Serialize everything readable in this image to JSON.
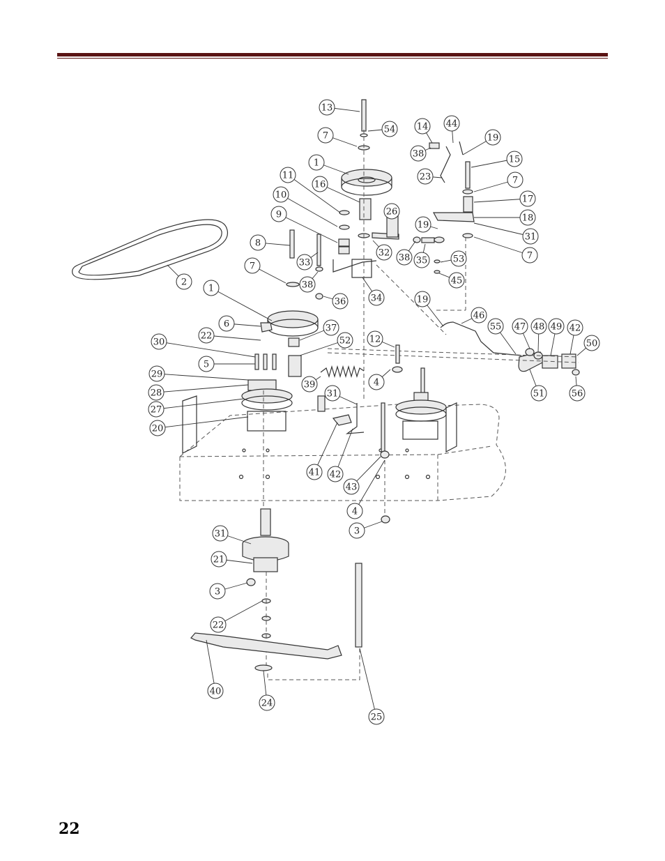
{
  "page": {
    "number": "22"
  },
  "header": {
    "rule_color": "#5a1414"
  },
  "callouts": [
    {
      "id": "c1",
      "label": "13"
    },
    {
      "id": "c2",
      "label": "54"
    },
    {
      "id": "c3",
      "label": "7"
    },
    {
      "id": "c4",
      "label": "1"
    },
    {
      "id": "c5",
      "label": "16"
    },
    {
      "id": "c6",
      "label": "11"
    },
    {
      "id": "c7",
      "label": "10"
    },
    {
      "id": "c8",
      "label": "9"
    },
    {
      "id": "c9",
      "label": "26"
    },
    {
      "id": "c10",
      "label": "14"
    },
    {
      "id": "c11",
      "label": "44"
    },
    {
      "id": "c12",
      "label": "19"
    },
    {
      "id": "c13",
      "label": "38"
    },
    {
      "id": "c14",
      "label": "15"
    },
    {
      "id": "c15",
      "label": "23"
    },
    {
      "id": "c16",
      "label": "7"
    },
    {
      "id": "c17",
      "label": "17"
    },
    {
      "id": "c18",
      "label": "18"
    },
    {
      "id": "c19",
      "label": "19"
    },
    {
      "id": "c20",
      "label": "31"
    },
    {
      "id": "c21",
      "label": "7"
    },
    {
      "id": "c22",
      "label": "32"
    },
    {
      "id": "c23",
      "label": "38"
    },
    {
      "id": "c24",
      "label": "35"
    },
    {
      "id": "c25",
      "label": "53"
    },
    {
      "id": "c26",
      "label": "45"
    },
    {
      "id": "c27",
      "label": "8"
    },
    {
      "id": "c28",
      "label": "33"
    },
    {
      "id": "c29",
      "label": "7"
    },
    {
      "id": "c30",
      "label": "38"
    },
    {
      "id": "c31",
      "label": "34"
    },
    {
      "id": "c32",
      "label": "36"
    },
    {
      "id": "c33",
      "label": "2"
    },
    {
      "id": "c34",
      "label": "1"
    },
    {
      "id": "c35",
      "label": "19"
    },
    {
      "id": "c36",
      "label": "46"
    },
    {
      "id": "c37",
      "label": "6"
    },
    {
      "id": "c38",
      "label": "37"
    },
    {
      "id": "c39",
      "label": "55"
    },
    {
      "id": "c40",
      "label": "47"
    },
    {
      "id": "c41",
      "label": "48"
    },
    {
      "id": "c42",
      "label": "49"
    },
    {
      "id": "c43",
      "label": "42"
    },
    {
      "id": "c44",
      "label": "50"
    },
    {
      "id": "c45",
      "label": "22"
    },
    {
      "id": "c46",
      "label": "30"
    },
    {
      "id": "c47",
      "label": "52"
    },
    {
      "id": "c48",
      "label": "12"
    },
    {
      "id": "c49",
      "label": "5"
    },
    {
      "id": "c50",
      "label": "29"
    },
    {
      "id": "c51",
      "label": "4"
    },
    {
      "id": "c52",
      "label": "51"
    },
    {
      "id": "c53",
      "label": "56"
    },
    {
      "id": "c54",
      "label": "28"
    },
    {
      "id": "c55",
      "label": "39"
    },
    {
      "id": "c56",
      "label": "31"
    },
    {
      "id": "c57",
      "label": "27"
    },
    {
      "id": "c58",
      "label": "20"
    },
    {
      "id": "c59",
      "label": "41"
    },
    {
      "id": "c60",
      "label": "42"
    },
    {
      "id": "c61",
      "label": "43"
    },
    {
      "id": "c62",
      "label": "4"
    },
    {
      "id": "c63",
      "label": "3"
    },
    {
      "id": "c64",
      "label": "31"
    },
    {
      "id": "c65",
      "label": "21"
    },
    {
      "id": "c66",
      "label": "3"
    },
    {
      "id": "c67",
      "label": "22"
    },
    {
      "id": "c68",
      "label": "40"
    },
    {
      "id": "c69",
      "label": "24"
    },
    {
      "id": "c70",
      "label": "25"
    }
  ]
}
